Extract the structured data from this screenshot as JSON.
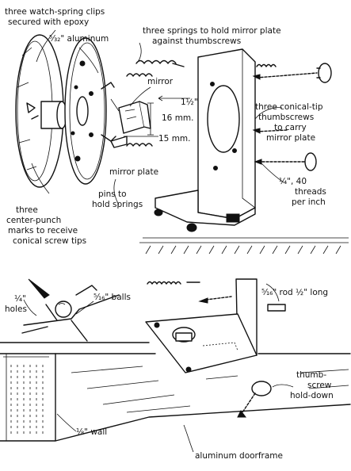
{
  "labels": {
    "clips_1": "three watch-spring clips",
    "clips_2": "secured with epoxy",
    "aluminum": "⁵⁄₃₂\" aluminum",
    "springs_1": "three springs to hold mirror plate",
    "springs_2": "against thumbscrews",
    "mirror": "mirror",
    "dim_1_5": "1½\"",
    "dim_16mm": "16 mm.",
    "dim_15mm": "15 mm.",
    "conical_1": "three conical-tip",
    "conical_2": "thumbscrews",
    "conical_3": "to carry",
    "conical_4": "mirror plate",
    "mirror_plate": "mirror plate",
    "pins_1": "pins to",
    "pins_2": "hold springs",
    "threads_1": "¼\", 40",
    "threads_2": "threads",
    "threads_3": "per inch",
    "marks_1": "three",
    "marks_2": "center-punch",
    "marks_3": "marks to receive",
    "marks_4": "conical screw tips",
    "holes_1": "¼\"",
    "holes_2": "holes",
    "balls": "⁵⁄₁₆\" balls",
    "rod": "⁵⁄₁₆\" rod ½\" long",
    "holddown_1": "thumb-",
    "holddown_2": "screw",
    "holddown_3": "hold-down",
    "wall": "⅛\" wall",
    "doorframe": "aluminum doorframe"
  }
}
